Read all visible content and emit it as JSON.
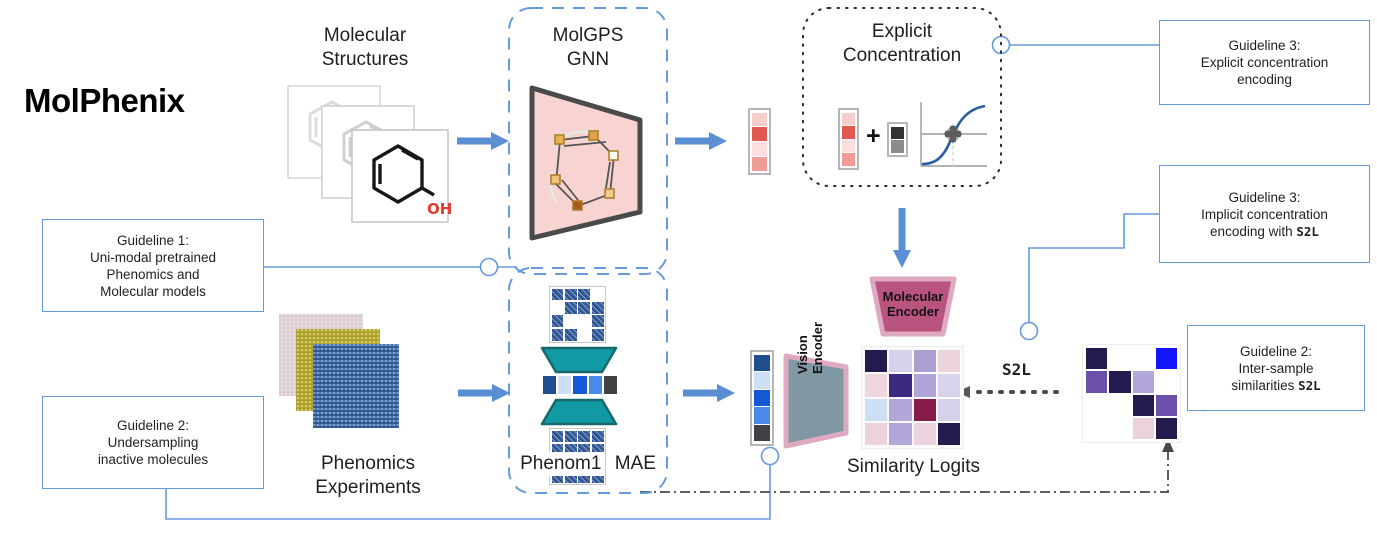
{
  "title": "MolPhenix",
  "labels": {
    "molecular_structures": "Molecular\nStructures",
    "molgps": "MolGPS\nGNN",
    "explicit_concentration": "Explicit\nConcentration",
    "phenomics_experiments": "Phenomics\nExperiments",
    "phenom1": "Phenom1\nMAE",
    "molecular_encoder": "Molecular\nEncoder",
    "vision_encoder": "Vision\nEncoder",
    "similarity_logits": "Similarity Logits",
    "s2l": "S2L",
    "oh_group": "OH"
  },
  "guidelines": [
    {
      "id": "guideline-1",
      "heading": "Guideline 1:",
      "lines": [
        "Uni-modal pretrained",
        "Phenomics and",
        "Molecular models"
      ],
      "mono": ""
    },
    {
      "id": "guideline-2-undersampling",
      "heading": "Guideline 2:",
      "lines": [
        "Undersampling",
        "inactive molecules"
      ],
      "mono": ""
    },
    {
      "id": "guideline-3-explicit",
      "heading": "Guideline 3:",
      "lines": [
        "Explicit concentration",
        "encoding"
      ],
      "mono": ""
    },
    {
      "id": "guideline-3-implicit",
      "heading": "Guideline 3:",
      "lines": [
        "Implicit concentration",
        "encoding with "
      ],
      "mono": "S2L"
    },
    {
      "id": "guideline-2-intersample",
      "heading": "Guideline 2:",
      "lines": [
        "Inter-sample",
        "similarities "
      ],
      "mono": "S2L"
    }
  ],
  "colors": {
    "accent_blue": "#6699dd",
    "arrow_blue": "#5b8fd4",
    "gnn_fill": "#f7d3d2",
    "gnn_stroke": "#4a4a4a",
    "teal": "#119aa3",
    "teal_stroke": "#166a6e",
    "mol_encoder_fill": "#b8547f",
    "mol_encoder_stroke": "#e0a9c2",
    "vision_encoder_fill": "#7f98a4",
    "vision_encoder_stroke": "#e0a9c2",
    "red_oh": "#e03b2f",
    "dash_dot": "#4a4a4a",
    "sigmoid": "#2a5d9e"
  },
  "chart_data": {
    "type": "line",
    "title": "",
    "xlabel": "",
    "ylabel": "",
    "series": [
      {
        "name": "dose-response sigmoid",
        "x": [
          0,
          10,
          20,
          30,
          40,
          50,
          60,
          70,
          80,
          90,
          100
        ],
        "y": [
          3,
          4,
          6,
          10,
          22,
          50,
          78,
          88,
          93,
          95,
          96
        ]
      }
    ],
    "annotations": [
      {
        "label": "marker",
        "x": 50,
        "y": 50
      }
    ],
    "grid": false,
    "legend": "none"
  },
  "mol_embedding": [
    "#f6cdcb",
    "#e05a52",
    "#fbdedd",
    "#ef9c96"
  ],
  "img_embedding": [
    "#1f4f8f",
    "#cfe0f6",
    "#1358d4",
    "#4a8ae8",
    "#3f4145"
  ],
  "conc_embedding": [
    "#f6cdcb",
    "#e05a52",
    "#fbdedd",
    "#ef9c96"
  ],
  "conc_token": [
    "#333333",
    "#8c8c8c"
  ],
  "similarity_matrix": {
    "rows": 4,
    "cols": 4,
    "values": [
      [
        "#241a4e",
        "#d6d0ea",
        "#ab9fd2",
        "#ecd4de"
      ],
      [
        "#eed5e0",
        "#3c2a81",
        "#b0a4d8",
        "#d8d2ea"
      ],
      [
        "#cbe0f2",
        "#b3a6d9",
        "#851c49",
        "#d6d0ea"
      ],
      [
        "#ecd2dd",
        "#b3a6d9",
        "#ecd4de",
        "#241a4e"
      ]
    ]
  },
  "sparse_matrix": {
    "rows": 4,
    "cols": 4,
    "values": [
      [
        "#241a4e",
        "#ffffff",
        "#ffffff",
        "#1414ff"
      ],
      [
        "#6b4fab",
        "#241a4e",
        "#b3a6d9",
        "#ffffff"
      ],
      [
        "#ffffff",
        "#ffffff",
        "#241a4e",
        "#6b4fab"
      ],
      [
        "#ffffff",
        "#ffffff",
        "#ecd2dd",
        "#241a4e"
      ]
    ]
  },
  "mae_top_mask": [
    [
      1,
      1,
      1,
      0
    ],
    [
      0,
      1,
      1,
      1
    ],
    [
      1,
      0,
      0,
      1
    ],
    [
      1,
      1,
      0,
      1
    ]
  ],
  "mae_latent": [
    "#1f4f8f",
    "#cfe0f6",
    "#1358d4",
    "#4a8ae8",
    "#3f4145"
  ]
}
